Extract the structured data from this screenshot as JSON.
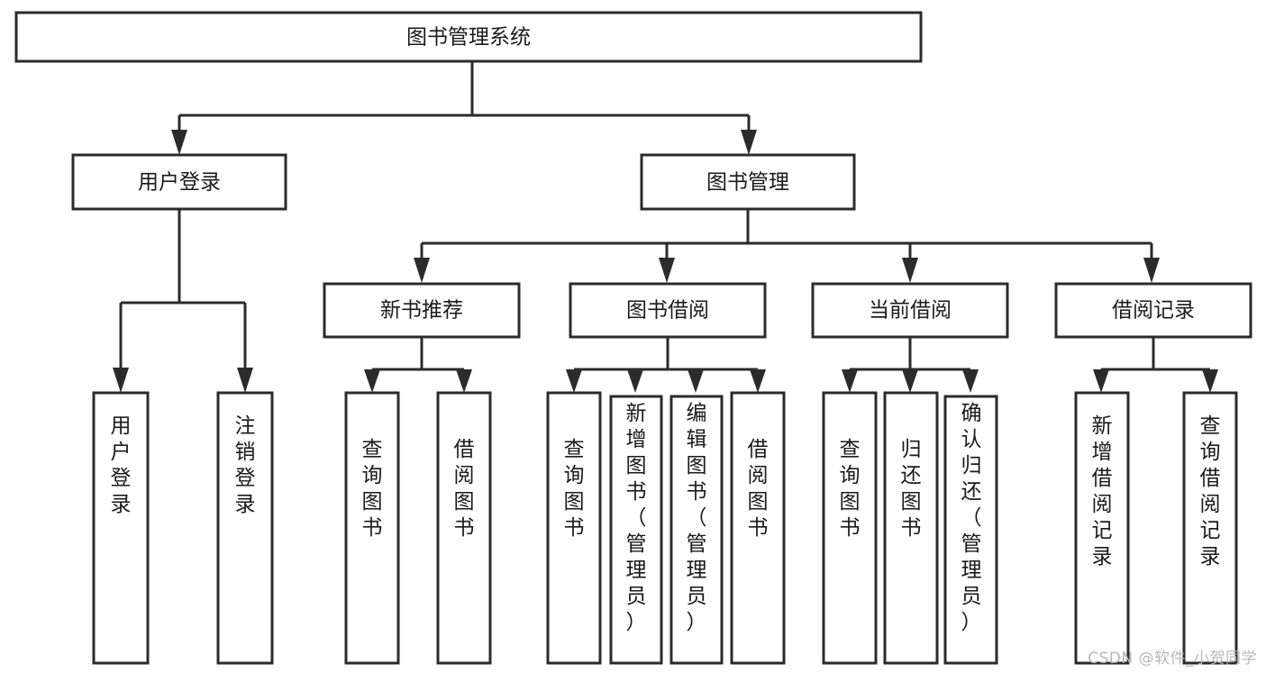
{
  "diagram": {
    "title": "图书管理系统",
    "type": "tree-hierarchy",
    "watermark": "CSDN @软件_小贺同学",
    "colors": {
      "stroke": "#2b2b2b",
      "fill": "#ffffff",
      "text": "#1a1a1a",
      "watermark": "#b8b8b8",
      "background": "#ffffff"
    },
    "nodes": {
      "root": {
        "label": "图书管理系统"
      },
      "level2": [
        {
          "id": "user-login",
          "label": "用户登录"
        },
        {
          "id": "book-manage",
          "label": "图书管理"
        }
      ],
      "level3": [
        {
          "id": "new-book-rec",
          "label": "新书推荐",
          "parent": "book-manage"
        },
        {
          "id": "book-borrow",
          "label": "图书借阅",
          "parent": "book-manage"
        },
        {
          "id": "current-borrow",
          "label": "当前借阅",
          "parent": "book-manage"
        },
        {
          "id": "borrow-record",
          "label": "借阅记录",
          "parent": "book-manage"
        }
      ],
      "leaves": {
        "user-login": [
          {
            "id": "leaf-user-login",
            "label": "用户登录"
          },
          {
            "id": "leaf-user-logout",
            "label": "注销登录"
          }
        ],
        "new-book-rec": [
          {
            "id": "leaf-query-book-1",
            "label": "查询图书"
          },
          {
            "id": "leaf-borrow-book-1",
            "label": "借阅图书"
          }
        ],
        "book-borrow": [
          {
            "id": "leaf-query-book-2",
            "label": "查询图书"
          },
          {
            "id": "leaf-add-book",
            "label": "新增图书（管理员）"
          },
          {
            "id": "leaf-edit-book",
            "label": "编辑图书（管理员）"
          },
          {
            "id": "leaf-borrow-book-2",
            "label": "借阅图书"
          }
        ],
        "current-borrow": [
          {
            "id": "leaf-query-book-3",
            "label": "查询图书"
          },
          {
            "id": "leaf-return-book",
            "label": "归还图书"
          },
          {
            "id": "leaf-confirm-return",
            "label": "确认归还（管理员）"
          }
        ],
        "borrow-record": [
          {
            "id": "leaf-add-record",
            "label": "新增借阅记录"
          },
          {
            "id": "leaf-query-record",
            "label": "查询借阅记录"
          }
        ]
      }
    }
  }
}
